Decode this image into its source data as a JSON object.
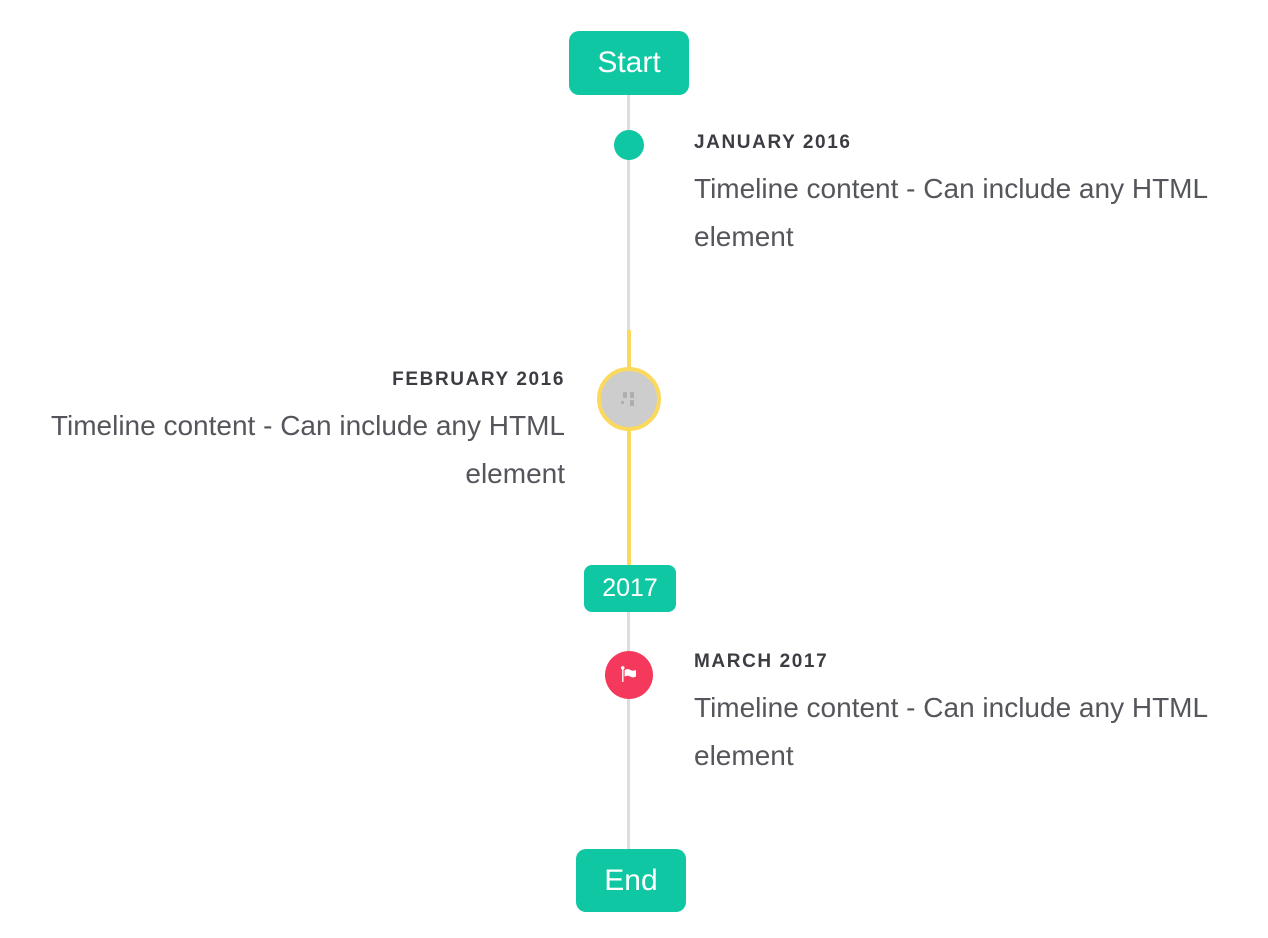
{
  "timeline": {
    "start_label": "Start",
    "end_label": "End",
    "year_divider": "2017",
    "entries": [
      {
        "date": "JANUARY 2016",
        "content": "Timeline content - Can include any HTML element",
        "side": "right",
        "marker": "dot"
      },
      {
        "date": "FEBRUARY 2016",
        "content": "Timeline content - Can include any HTML element",
        "side": "left",
        "marker": "broken-image-circle"
      },
      {
        "date": "MARCH 2017",
        "content": "Timeline content - Can include any HTML element",
        "side": "right",
        "marker": "flag"
      }
    ]
  },
  "colors": {
    "accent": "#0FC8A3",
    "line": "#DDDDDD",
    "highlight": "#FBD95D",
    "flag_red": "#F5395C",
    "circle_gray": "#CDCDCD",
    "date_text": "#3C3C43",
    "body_text": "#55565C",
    "badge_text": "#FFFFFF",
    "background": "#FFFFFF"
  }
}
